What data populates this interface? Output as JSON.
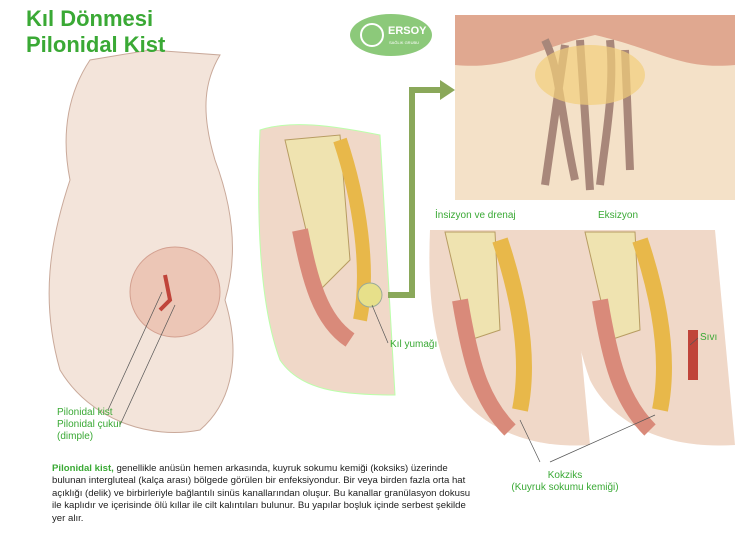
{
  "title": {
    "line1": "Kıl Dönmesi",
    "line2": "Pilonidal Kist"
  },
  "logo": {
    "name": "ERSOY",
    "subtitle": "SAĞLIK GRUBU"
  },
  "labels": {
    "incision": "İnsizyon ve drenaj",
    "excision": "Eksizyon",
    "hair_ball": "Kıl yumağı",
    "fluid": "Sıvı",
    "coccyx": "Kokziks",
    "coccyx_sub": "(Kuyruk sokumu kemiği)",
    "pilonidal_cyst": "Pilonidal kist",
    "pilonidal_pit": "Pilonidal çukur",
    "dimple": "(dimple)"
  },
  "description": {
    "lead": "Pilonidal kist,",
    "text": " genellikle anüsün hemen arkasında, kuyruk sokumu kemiği (koksiks) üzerinde bulunan intergluteal (kalça arası) bölgede görülen bir enfeksiyondur. Bir veya birden fazla orta hat açıklığı (delik) ve birbirleriyle bağlantılı sinüs kanallarından oluşur. Bu kanallar granülasyon dokusu ile kaplıdır ve içerisinde ölü kıllar ile cilt kalıntıları bulunur. Bu yapılar boşluk içinde serbest şekilde yer alır."
  },
  "colors": {
    "accent": "#3aa935",
    "skin": "#f0dccd",
    "tissue": "#d98a7a",
    "fat": "#e8b84a"
  }
}
